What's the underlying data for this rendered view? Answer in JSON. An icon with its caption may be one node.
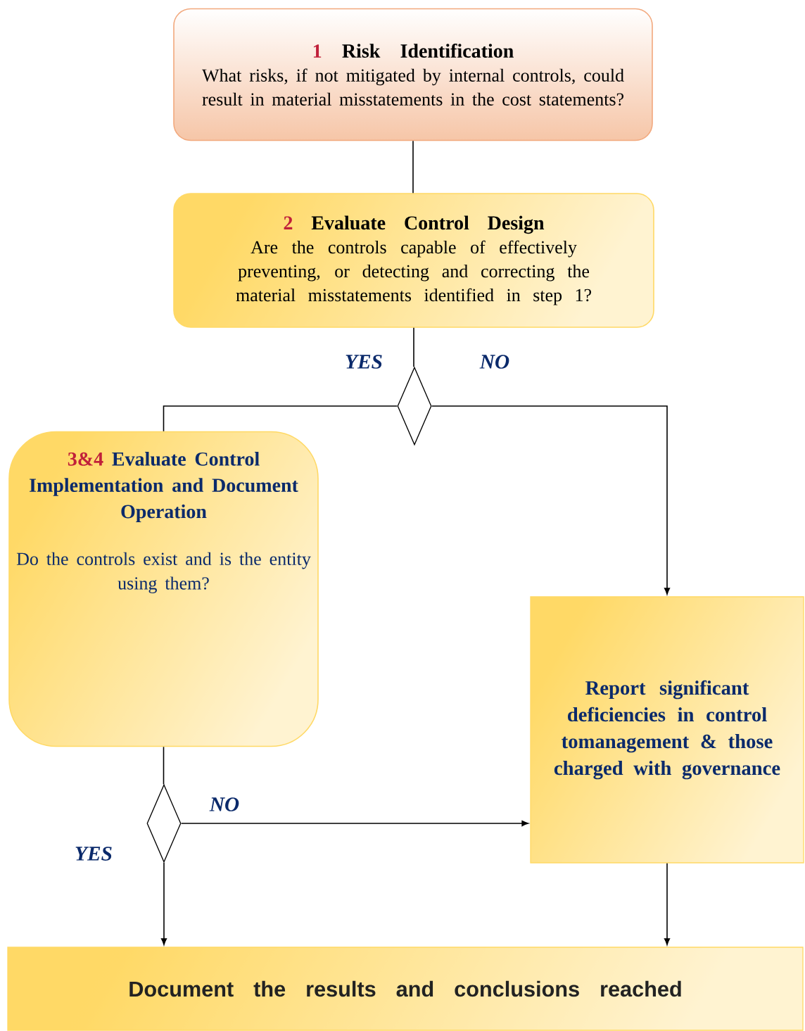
{
  "diagram": {
    "nodes": [
      {
        "text": [
          "1",
          "Risk Identification",
          "What risks, if not mitigated by internal controls, could result in material misstatements in the cost statements?"
        ]
      },
      {
        "text": [
          "2",
          "Evaluate Control Design",
          "Are the controls capable of effectively preventing, or detecting and correcting the material misstatements identified in step 1?"
        ]
      },
      {
        "text": [],
        "shape": "diamond"
      },
      {
        "text": [
          "3&4",
          "Evaluate Control Implementation and Document Operation",
          "Do the controls exist and is the entity using them?"
        ]
      },
      {
        "text": [
          "Report significant deficiencies in control tomanagement & those charged with governance"
        ]
      },
      {
        "text": [],
        "shape": "diamond"
      },
      {
        "text": [
          "Document the results and conclusions reached"
        ]
      }
    ],
    "edges": [
      {
        "from": 0,
        "to": 1,
        "arrow": "none"
      },
      {
        "from": 1,
        "to": 2,
        "arrow": "none"
      },
      {
        "from": 2,
        "to": 3,
        "arrow": "none",
        "label": "YES"
      },
      {
        "from": 2,
        "to": 4,
        "arrow": "to",
        "label": "NO"
      },
      {
        "from": 3,
        "to": 5,
        "arrow": "none"
      },
      {
        "from": 5,
        "to": 4,
        "arrow": "to",
        "label": "NO"
      },
      {
        "from": 5,
        "to": 6,
        "arrow": "to",
        "label": "YES"
      },
      {
        "from": 4,
        "to": 6,
        "arrow": "to"
      }
    ]
  }
}
